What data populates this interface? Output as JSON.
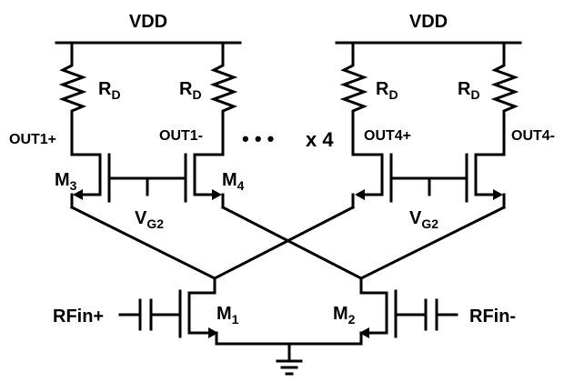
{
  "labels": {
    "vdd_left": "VDD",
    "vdd_right": "VDD",
    "rd1": {
      "main": "R",
      "sub": "D"
    },
    "rd2": {
      "main": "R",
      "sub": "D"
    },
    "rd3": {
      "main": "R",
      "sub": "D"
    },
    "rd4": {
      "main": "R",
      "sub": "D"
    },
    "out1p": "OUT1+",
    "out1m": "OUT1-",
    "out4p": "OUT4+",
    "out4m": "OUT4-",
    "ellipsis": "• • •",
    "times4": "x 4",
    "m3": {
      "main": "M",
      "sub": "3"
    },
    "m4": {
      "main": "M",
      "sub": "4"
    },
    "m1": {
      "main": "M",
      "sub": "1"
    },
    "m2": {
      "main": "M",
      "sub": "2"
    },
    "vg2_left": {
      "main": "V",
      "sub": "G2"
    },
    "vg2_right": {
      "main": "V",
      "sub": "G2"
    },
    "rfin_p": "RFin+",
    "rfin_m": "RFin-"
  }
}
